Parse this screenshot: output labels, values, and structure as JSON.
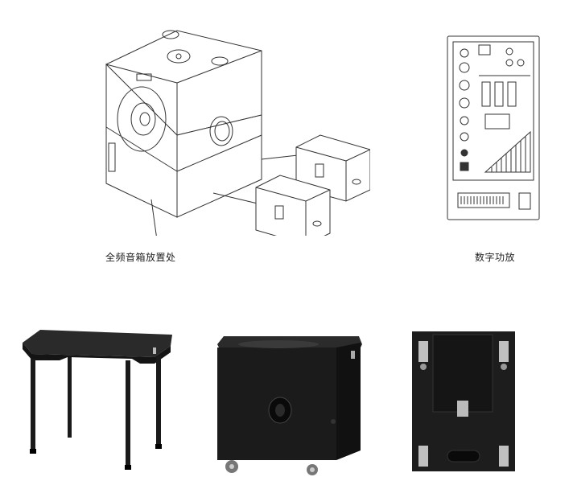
{
  "captions": {
    "subwoofer_storage": "全频音箱放置处",
    "digital_amp": "数字功放"
  },
  "icons": {
    "subwoofer": "subwoofer-line-drawing",
    "amp": "amplifier-panel-drawing",
    "table": "speaker-stand-table-photo",
    "sub_front": "subwoofer-front-photo",
    "sub_back": "subwoofer-back-photo"
  },
  "colors": {
    "line": "#333333",
    "photo_black": "#1c1c1c",
    "metal": "#b8b8b8"
  }
}
